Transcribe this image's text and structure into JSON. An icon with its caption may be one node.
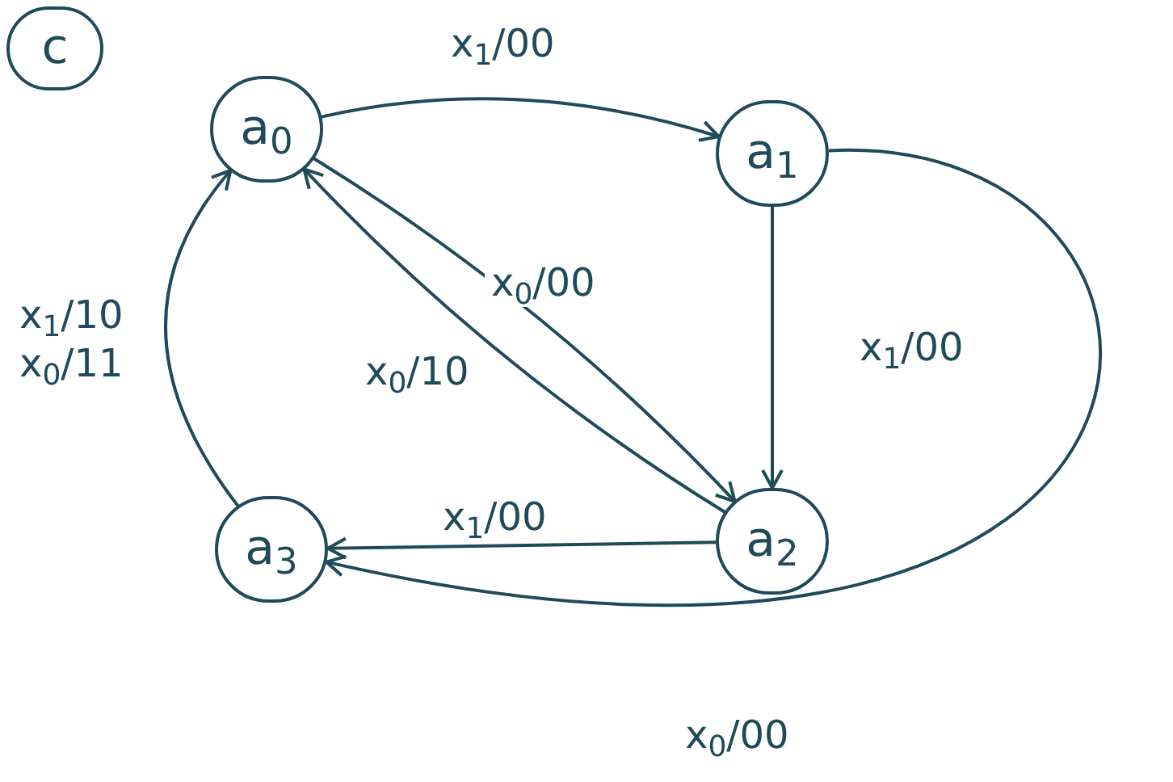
{
  "diagram": {
    "nodes": [
      {
        "text": [
          "c"
        ]
      },
      {
        "text": [
          "a$_{0}$"
        ]
      },
      {
        "text": [
          "a$_{1}$"
        ]
      },
      {
        "text": [
          "a$_{2}$"
        ]
      },
      {
        "text": [
          "a$_{3}$"
        ]
      }
    ],
    "edges": [
      {
        "from": 1,
        "to": 2,
        "arrow": "to",
        "label": "x$_{1}$/00"
      },
      {
        "from": 2,
        "to": 3,
        "arrow": "to",
        "label": "x$_{1}$/00"
      },
      {
        "from": 2,
        "to": 4,
        "arrow": "to",
        "label": "x$_{0}$/00"
      },
      {
        "from": 3,
        "to": 4,
        "arrow": "to",
        "label": "x$_{1}$/00"
      },
      {
        "from": 1,
        "to": 3,
        "arrow": "to",
        "label": "x$_{0}$/00"
      },
      {
        "from": 3,
        "to": 1,
        "arrow": "to",
        "label": "x$_{0}$/10"
      },
      {
        "from": 4,
        "to": 1,
        "arrow": "to",
        "label": "x$_{1}$/10 x$_{0}$/11"
      }
    ]
  }
}
